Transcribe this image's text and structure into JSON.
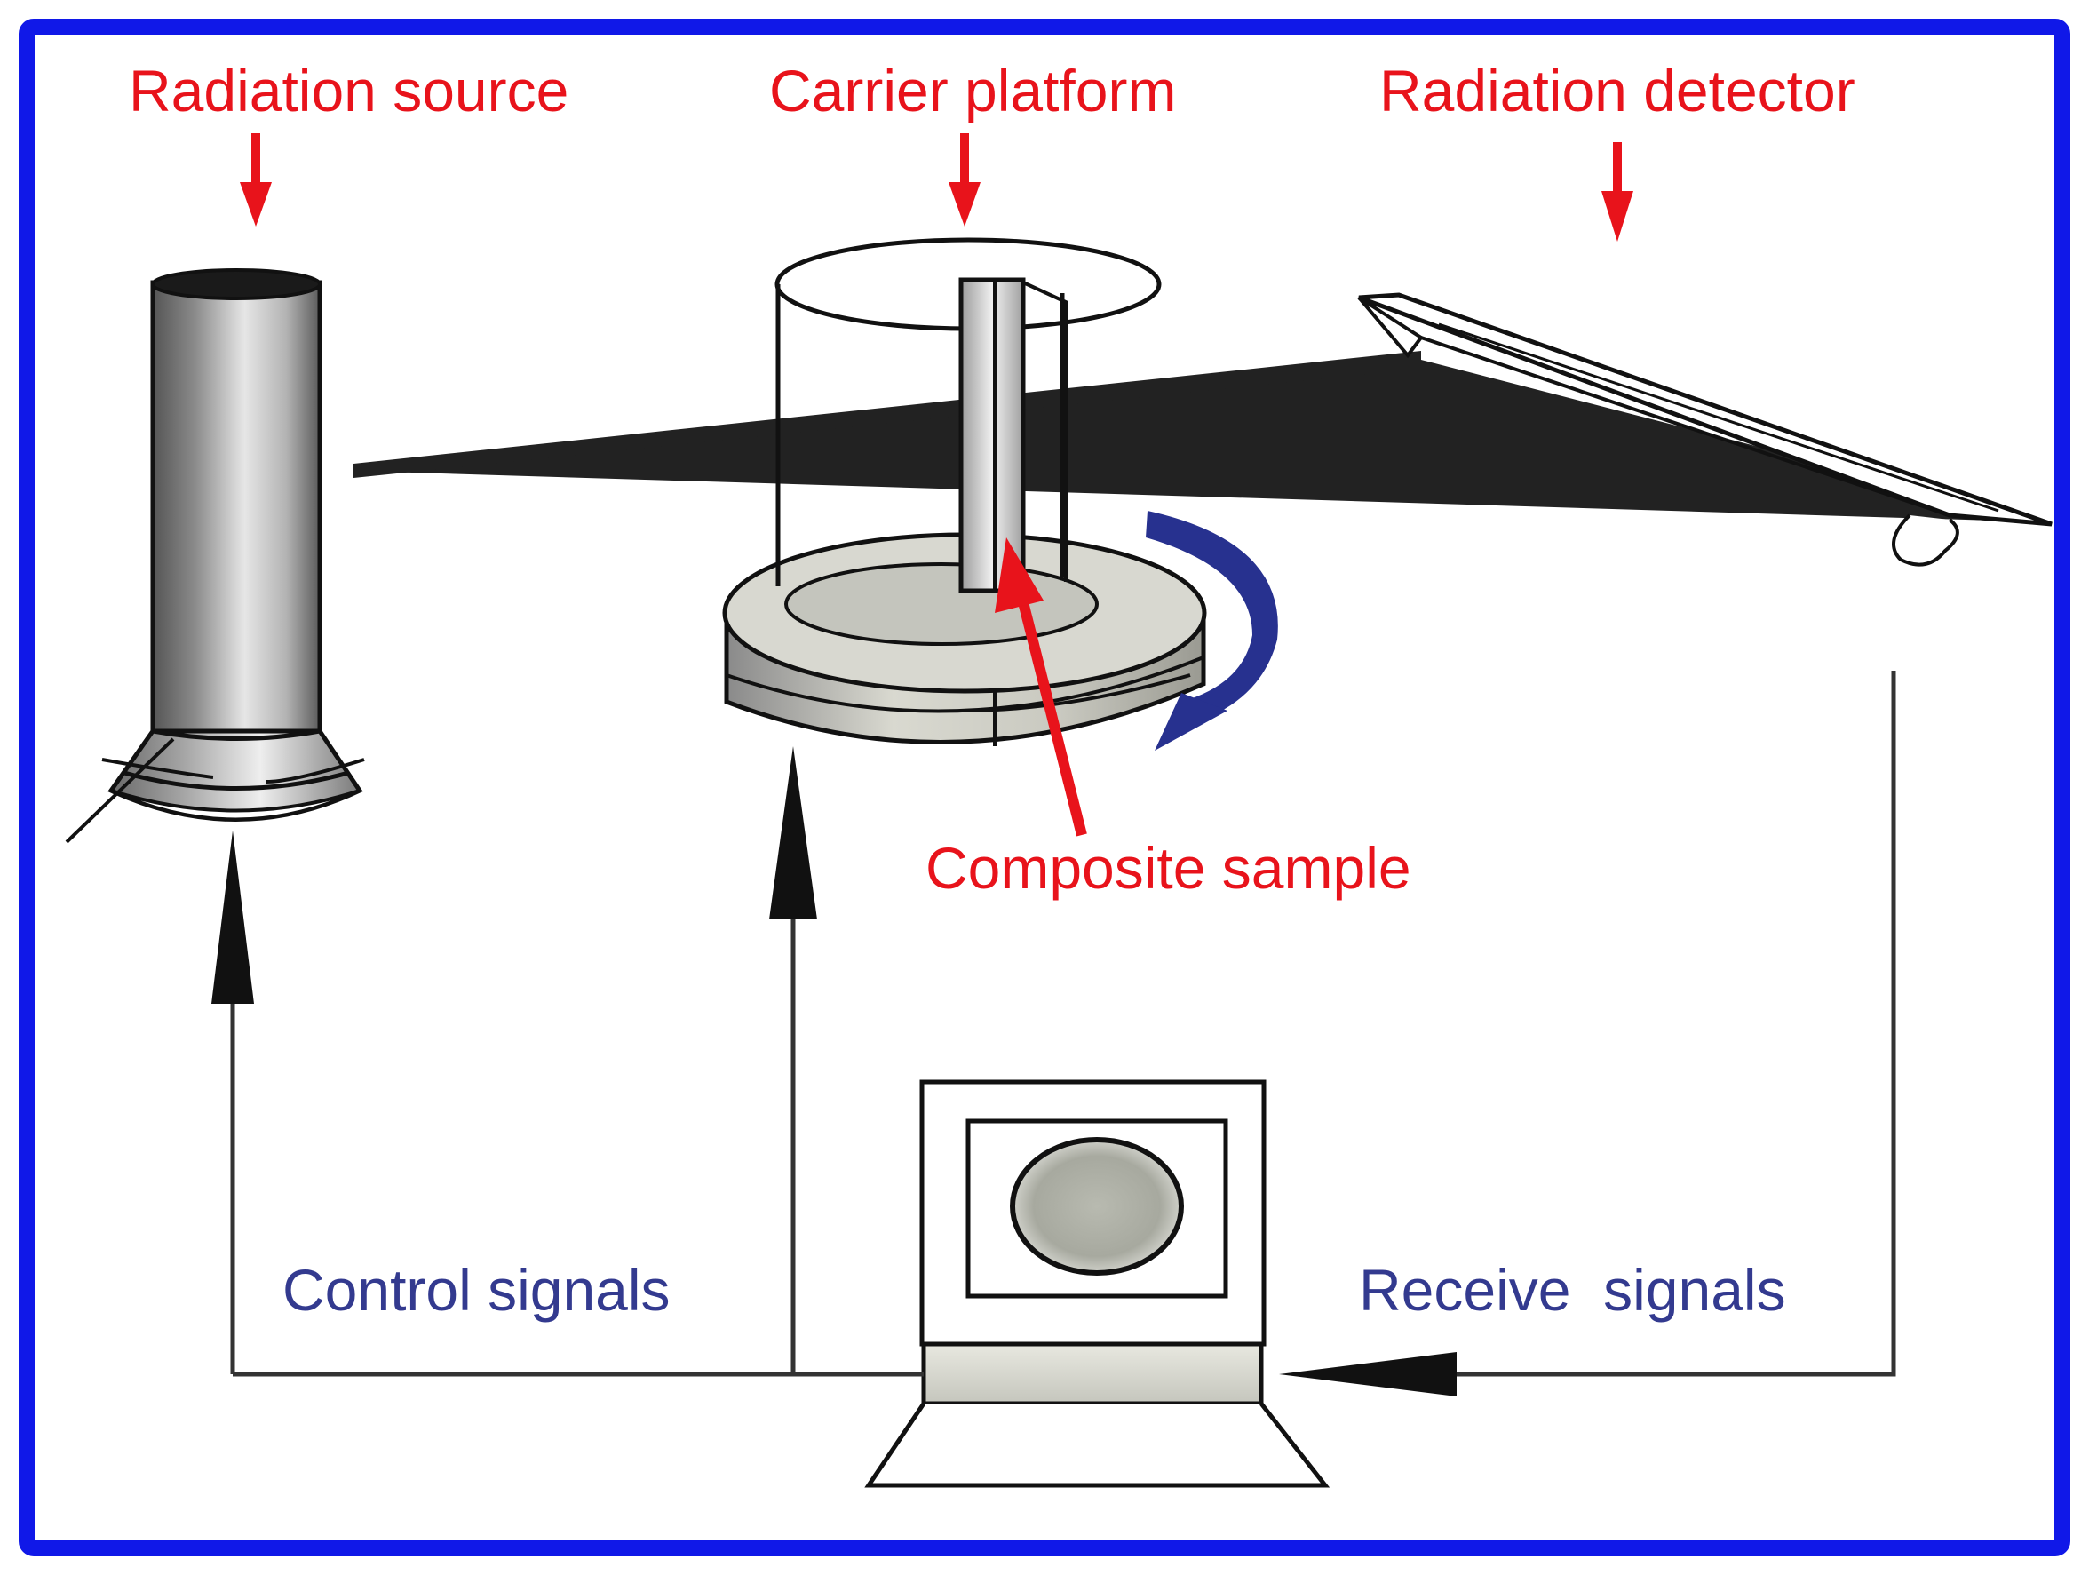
{
  "labels": {
    "radiation_source": "Radiation source",
    "carrier_platform": "Carrier platform",
    "radiation_detector": "Radiation detector",
    "composite_sample": "Composite sample",
    "control_signals": "Control signals",
    "receive_signals": "Receive  signals"
  },
  "colors": {
    "border": "#1018e8",
    "label_red": "#e8131b",
    "label_blue": "#333a8f",
    "rotation_arrow": "#27318f",
    "beam": "#222222"
  },
  "icons": {
    "source": "radiation-source-cylinder",
    "platform": "rotating-carrier-platform",
    "detector": "flat-panel-detector",
    "computer": "computer-terminal",
    "rotation": "rotation-arrow"
  }
}
